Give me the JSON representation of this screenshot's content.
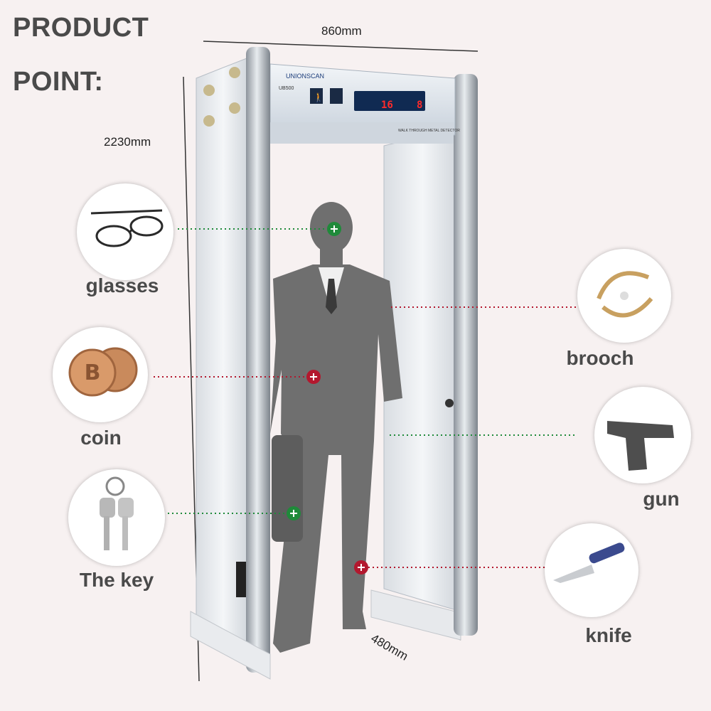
{
  "heading": {
    "line1": "PRODUCT",
    "line2": "POINT:"
  },
  "dimensions": {
    "width": "860mm",
    "height": "2230mm",
    "depth": "480mm"
  },
  "items": {
    "glasses": "glasses",
    "coin": "coin",
    "key": "The key",
    "brooch": "brooch",
    "gun": "gun",
    "knife": "knife"
  },
  "panel": {
    "brand": "UNIONSCAN",
    "model": "UB500",
    "counter_left": "16",
    "counter_right": "8",
    "caption": "WALK THROUGH METAL DETECTOR"
  },
  "colors": {
    "safe": "#1f8a3a",
    "alarm": "#b3182e"
  }
}
